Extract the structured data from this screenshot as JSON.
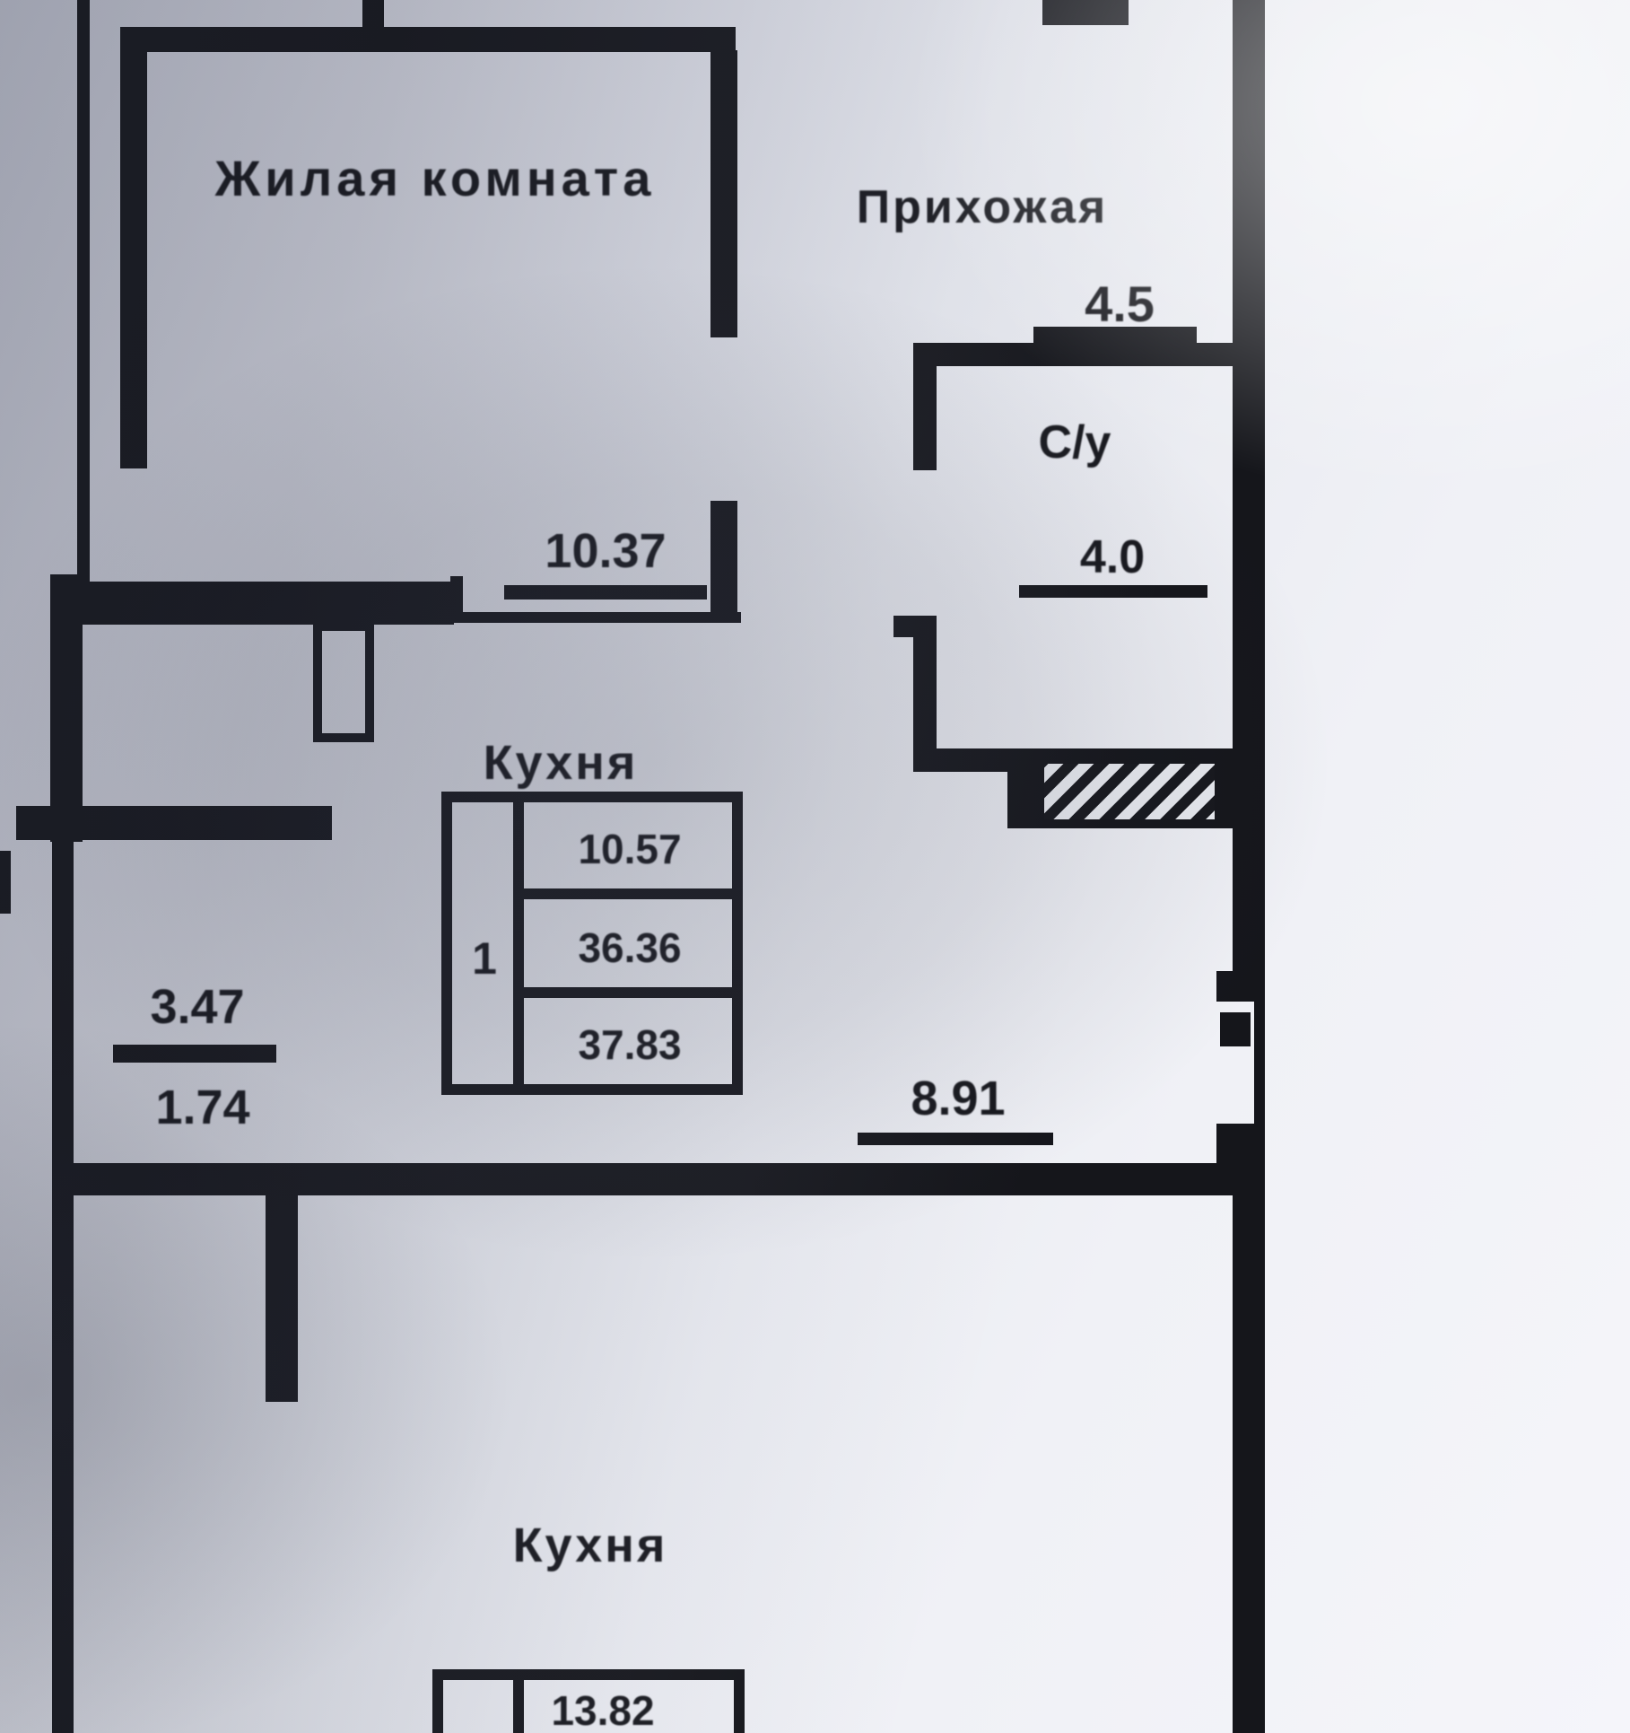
{
  "document": {
    "kind": "apartment floor plan (photographed paper drawing)"
  },
  "rooms": {
    "living_room": {
      "label": "Жилая комната",
      "area": "10.37"
    },
    "hallway": {
      "label": "Прихожая",
      "area": "4.5"
    },
    "bathroom": {
      "label": "С/у",
      "area": "4.0"
    },
    "kitchen": {
      "label": "Кухня"
    },
    "corridor": {
      "area": "8.91"
    },
    "balcony": {
      "area_full": "3.47",
      "area_reduced": "1.74"
    },
    "kitchen_lower": {
      "label": "Кухня",
      "area": "13.82"
    }
  },
  "stamp": {
    "number": "1",
    "rows": [
      "10.57",
      "36.36",
      "37.83"
    ]
  },
  "colors": {
    "ink": "#15161b",
    "paper": "#e9ebf1"
  }
}
